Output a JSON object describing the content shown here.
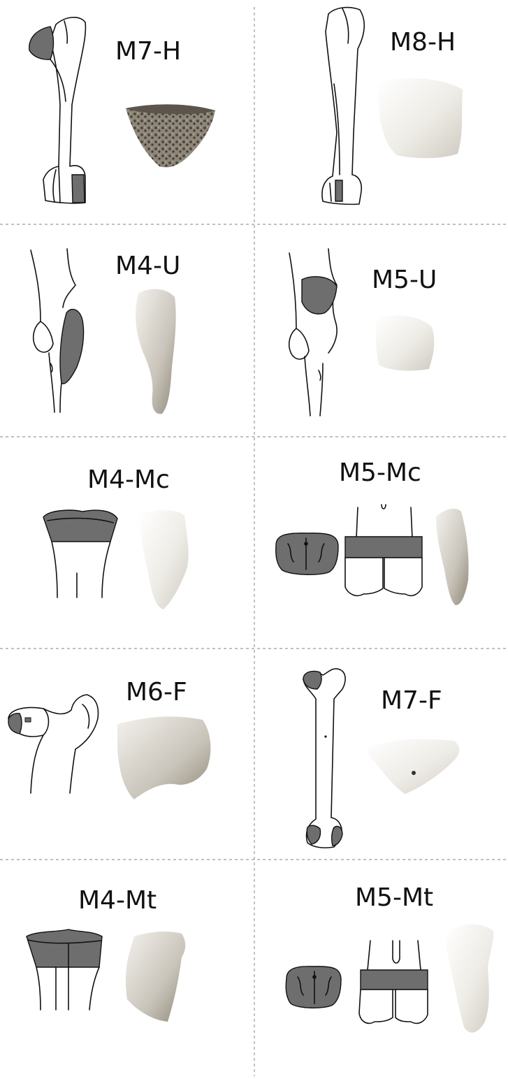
{
  "colors": {
    "background": "#ffffff",
    "line": "#111111",
    "highlight_gray": "#6e6e6e",
    "divider": "#9a9a9a",
    "bone_light": "#f2f0ea",
    "bone_dark": "#7d7667"
  },
  "panels": [
    {
      "id": "m7-h",
      "label": "M7-H"
    },
    {
      "id": "m8-h",
      "label": "M8-H"
    },
    {
      "id": "m4-u",
      "label": "M4-U"
    },
    {
      "id": "m5-u",
      "label": "M5-U"
    },
    {
      "id": "m4-mc",
      "label": "M4-Mc"
    },
    {
      "id": "m5-mc",
      "label": "M5-Mc"
    },
    {
      "id": "m6-f",
      "label": "M6-F"
    },
    {
      "id": "m7-f",
      "label": "M7-F"
    },
    {
      "id": "m4-mt",
      "label": "M4-Mt"
    },
    {
      "id": "m5-mt",
      "label": "M5-Mt"
    }
  ]
}
